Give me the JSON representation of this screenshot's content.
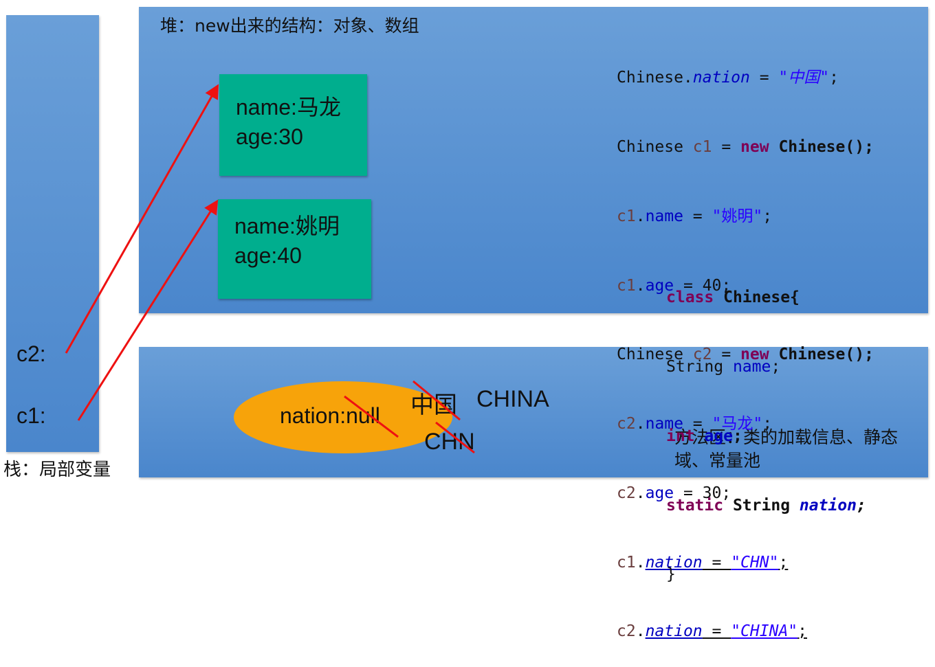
{
  "heap": {
    "title": "堆：new出来的结构：对象、数组",
    "objects": [
      {
        "name_line": "name:马龙",
        "age_line": "age:30"
      },
      {
        "name_line": "name:姚明",
        "age_line": "age:40"
      }
    ]
  },
  "stack": {
    "title": "栈：局部变量",
    "c2": "c2:",
    "c1": "c1:"
  },
  "method_area": {
    "title": "方法区：类的加载信息、静态域、常量池",
    "nation_field": "nation:null",
    "values": {
      "zhongguo": "中国",
      "china": "CHINA",
      "chn": "CHN"
    }
  },
  "code": {
    "l1": {
      "a": "Chinese.",
      "b": "nation",
      "c": " = ",
      "d": "\"中国\"",
      "e": ";"
    },
    "l2": {
      "a": "Chinese ",
      "b": "c1",
      "c": " = ",
      "d": "new",
      "e": " ",
      "f": "Chinese",
      "g": "();"
    },
    "l3": {
      "a": "c1",
      "b": ".",
      "c": "name",
      "d": " = ",
      "e": "\"姚明\"",
      "f": ";"
    },
    "l4": {
      "a": "c1",
      "b": ".",
      "c": "age",
      "d": " = 40;"
    },
    "l5": {
      "a": "Chinese ",
      "b": "c2",
      "c": " = ",
      "d": "new",
      "e": " ",
      "f": "Chinese",
      "g": "();"
    },
    "l6": {
      "a": "c2",
      "b": ".",
      "c": "name",
      "d": " = ",
      "e": "\"马龙\"",
      "f": ";"
    },
    "l7": {
      "a": "c2",
      "b": ".",
      "c": "age",
      "d": " = 30;"
    },
    "l8": {
      "a": "c1",
      "b": ".",
      "c": "nation",
      "d": " = ",
      "e": "\"CHN\"",
      "f": ";"
    },
    "l9": {
      "a": "c2",
      "b": ".",
      "c": "nation",
      "d": " = ",
      "e": "\"CHINA\"",
      "f": ";"
    },
    "class": {
      "k1": "class",
      "k1b": " ",
      "k1c": "Chinese",
      "k1d": "{",
      "k2a": "String ",
      "k2b": "name",
      "k2c": ";",
      "k3a": "int",
      "k3b": " ",
      "k3c": "age",
      "k3d": ";",
      "k4a": "static",
      "k4b": " ",
      "k4c": "String",
      "k4d": " ",
      "k4e": "nation",
      "k4f": ";",
      "k5": "}"
    }
  },
  "colors": {
    "panel": "#5a93d4",
    "object_box": "#00ae8e",
    "ellipse": "#f7a30a",
    "arrow": "#ee1111",
    "keyword": "#7f0055",
    "field": "#0000c0",
    "string": "#2a00ff"
  }
}
